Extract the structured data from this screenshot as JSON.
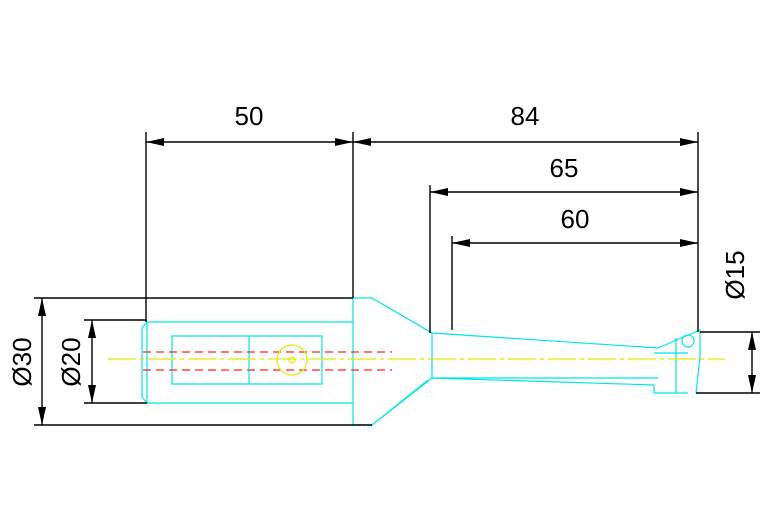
{
  "colors": {
    "outline": "#00e5e5",
    "centerline": "#e8e800",
    "hidden_line": "#ff2020",
    "dimension": "#000000",
    "background": "#ffffff"
  },
  "dimensions": {
    "shank_length": "50",
    "overall_length": "84",
    "length_65": "65",
    "length_60": "60",
    "dia_shank": "Ø30",
    "dia_collar": "Ø20",
    "dia_tip": "Ø15"
  }
}
